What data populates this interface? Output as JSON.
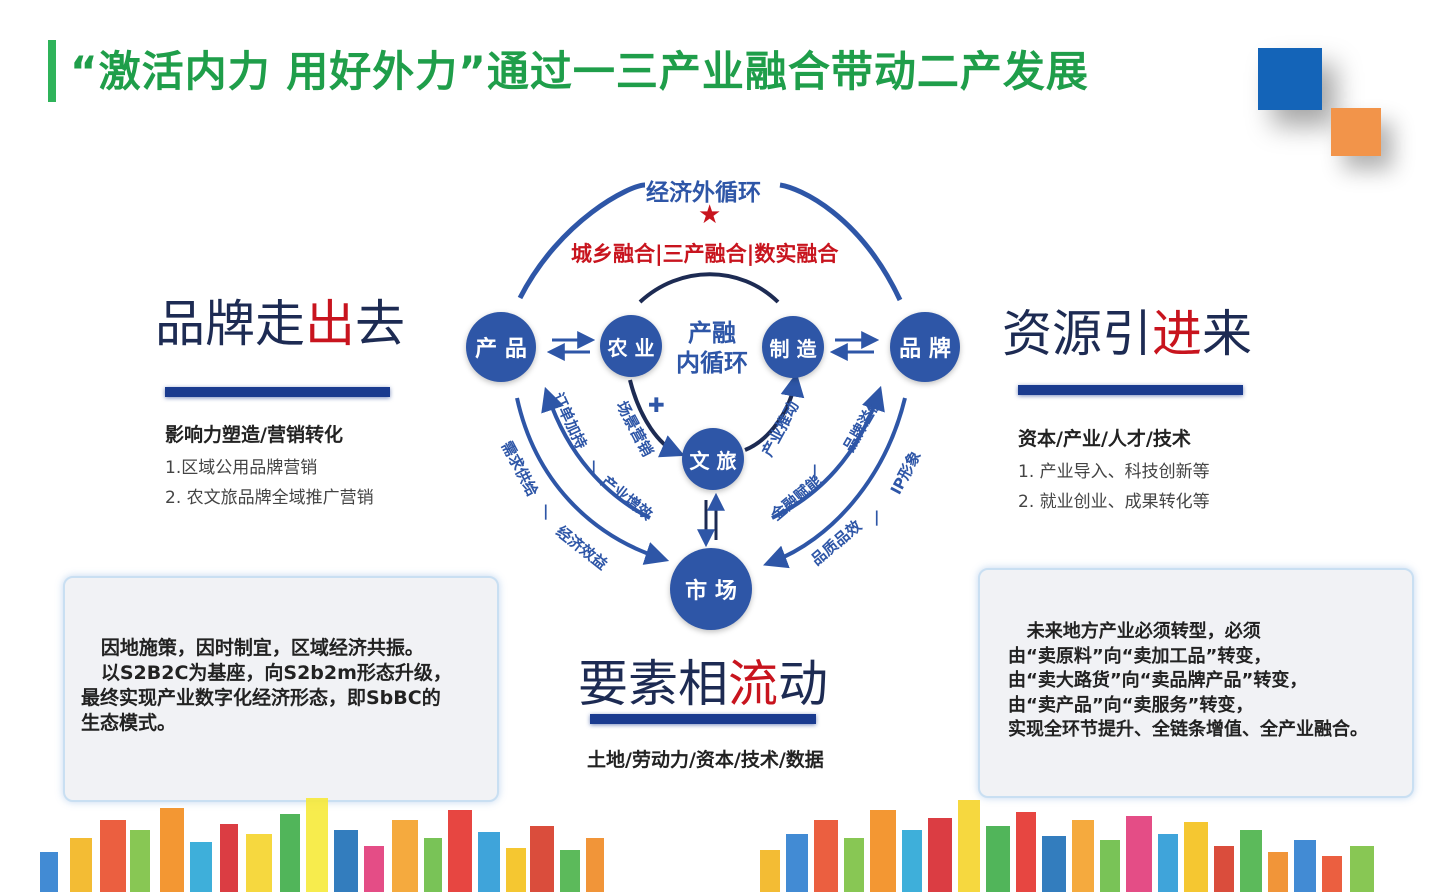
{
  "header": {
    "title": "“激活内力  用好外力”通过一三产业融合带动二产发展"
  },
  "colors": {
    "accent_green": "#1f9e4a",
    "diagram_blue": "#2e56a7",
    "highlight_red": "#c8141e",
    "deco_blue": "#1464b8",
    "deco_orange": "#f2944a"
  },
  "left_panel": {
    "heading_prefix": "品牌走",
    "heading_highlight": "出",
    "heading_suffix": "去",
    "subhead": "影响力塑造/营销转化",
    "items": [
      "1.区域公用品牌营销",
      "2. 农文旅品牌全域推广营销"
    ],
    "box_lines": [
      "   因地施策，因时制宜，区域经济共振。",
      "   以S2B2C为基座，向S2b2m形态升级，",
      "最终实现产业数字化经济形态，即SbBC的",
      "生态模式。"
    ]
  },
  "right_panel": {
    "heading_prefix": "资源引",
    "heading_highlight": "进",
    "heading_suffix": "来",
    "subhead": "资本/产业/人才/技术",
    "items": [
      "1. 产业导入、科技创新等",
      "2. 就业创业、成果转化等"
    ],
    "box_lines": [
      "   未来地方产业必须转型，必须",
      "由“卖原料”向“卖加工品”转变，",
      "由“卖大路货”向“卖品牌产品”转变，",
      "由“卖产品”向“卖服务”转变，",
      "实现全环节提升、全链条增值、全产业融合。"
    ]
  },
  "bottom_panel": {
    "heading_prefix": "要素相",
    "heading_highlight": "流",
    "heading_suffix": "动",
    "factors": "土地/劳动力/资本/技术/数据"
  },
  "diagram": {
    "outer_label": "经济外循环",
    "star": "★",
    "fusion_label": "城乡融合|三产融合|数实融合",
    "center_label_line1": "产融",
    "center_label_line2": "内循环",
    "plus": "✚",
    "nodes": {
      "product": "产 品",
      "agriculture": "农 业",
      "manufacturing": "制 造",
      "brand": "品 牌",
      "culture_tourism": "文 旅",
      "market": "市 场"
    },
    "arrow_labels": {
      "scene_marketing": "场景营销",
      "industry_promotion": "产业推动",
      "order_support": "订单加持",
      "industry_efficiency": "产业增效",
      "demand_supply": "需求供给",
      "economic_benefit": "经济效益",
      "brand_premium": "品牌溢价",
      "ip_image": "IP形象",
      "finance_empower": "金融赋能",
      "quality_effect": "品质品效"
    },
    "separators": [
      "|",
      "|",
      "|",
      "|"
    ]
  }
}
